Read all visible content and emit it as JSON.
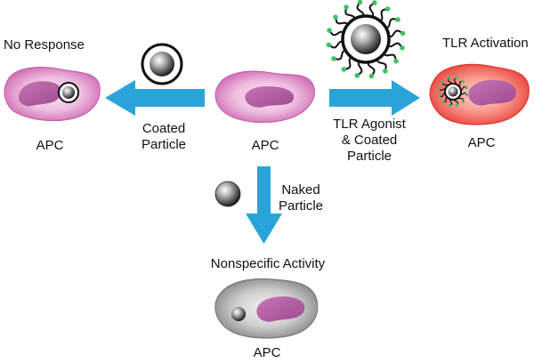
{
  "labels": {
    "no_response": "No Response",
    "tlr_activation": "TLR Activation",
    "nonspecific_activity": "Nonspecific Activity",
    "coated_particle_1": "Coated",
    "coated_particle_2": "Particle",
    "tlr_agonist_1": "TLR Agonist",
    "tlr_agonist_2": "& Coated",
    "tlr_agonist_3": "Particle",
    "naked_particle_1": "Naked",
    "naked_particle_2": "Particle",
    "apc_left": "APC",
    "apc_center": "APC",
    "apc_right": "APC",
    "apc_bottom": "APC"
  },
  "colors": {
    "arrow": "#2aa3d8",
    "cell_pink_outer": "#ecc0dc",
    "cell_pink_inner": "#d26cb2",
    "nucleus": "#b15ca0",
    "cell_red": "#f6817a",
    "cell_gray": "#9a9a9a",
    "agonist_tip": "#3fbf6a"
  }
}
